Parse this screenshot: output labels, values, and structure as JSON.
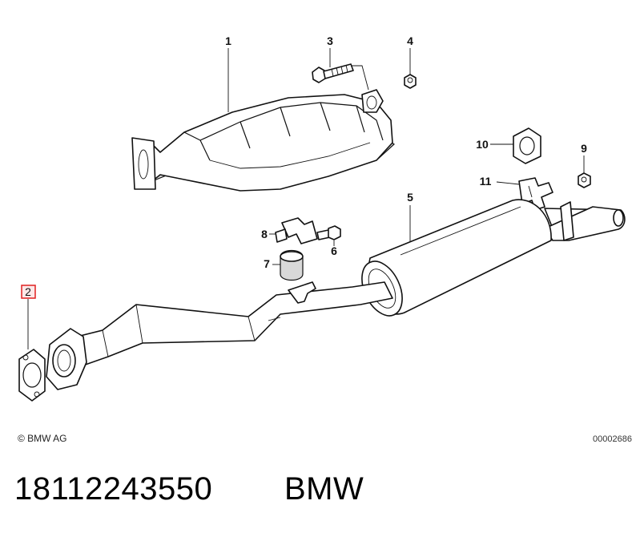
{
  "callouts": {
    "c1": "1",
    "c2": "2",
    "c3": "3",
    "c4": "4",
    "c5": "5",
    "c6": "6",
    "c7": "7",
    "c8": "8",
    "c9": "9",
    "c10": "10",
    "c11": "11"
  },
  "highlight_color": "#e02020",
  "footer": {
    "copyright": "© BMW AG",
    "drawing_id": "00002686"
  },
  "caption": {
    "part_number": "18112243550",
    "brand": "BMW"
  }
}
